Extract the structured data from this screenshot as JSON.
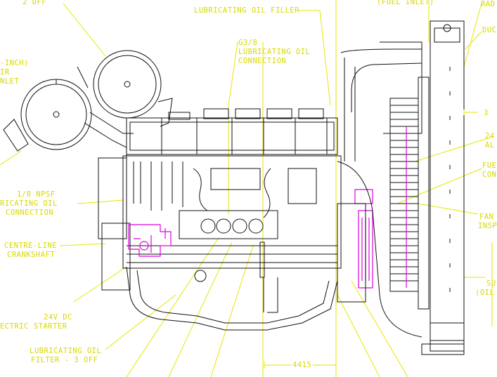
{
  "drawing": {
    "labels": {
      "off_top_left": "2 OFF",
      "inch_fragment": "-INCH)",
      "air_fragment": "IR",
      "inlet_fragment": "NLET",
      "lub_oil_filler": "LUBRICATING OIL FILLER",
      "fuel_inlet": "(FUEL INLET)",
      "rad_fragment": "RAD",
      "duc_fragment": "DUC",
      "g38_line1": "G3/8",
      "g38_line2": "LUBRICATING OIL",
      "g38_line3": "CONNECTION",
      "npsf_line1": "1/8 NPSF",
      "npsf_line2": "RICATING OIL",
      "npsf_line3": "CONNECTION",
      "centreline_line1": "CENTRE-LINE",
      "centreline_line2": "CRANKSHAFT",
      "starter_line1": "24V DC",
      "starter_line2": "ECTRIC STARTER",
      "filter_line1": "LUBRICATING OIL",
      "filter_line2": "FILTER - 3 OFF",
      "dim_4415": "4415",
      "dim_3": "3",
      "al_line1": "24",
      "al_line2": "AL",
      "fue_line1": "FUE",
      "fue_line2": "CON",
      "fan_line1": "FAN",
      "fan_line2": "INSP",
      "su_line1": "SU",
      "su_line2": "(OIL"
    },
    "colors": {
      "leader": "#e6e600",
      "linework": "#111111",
      "highlight": "#e000e0"
    }
  }
}
